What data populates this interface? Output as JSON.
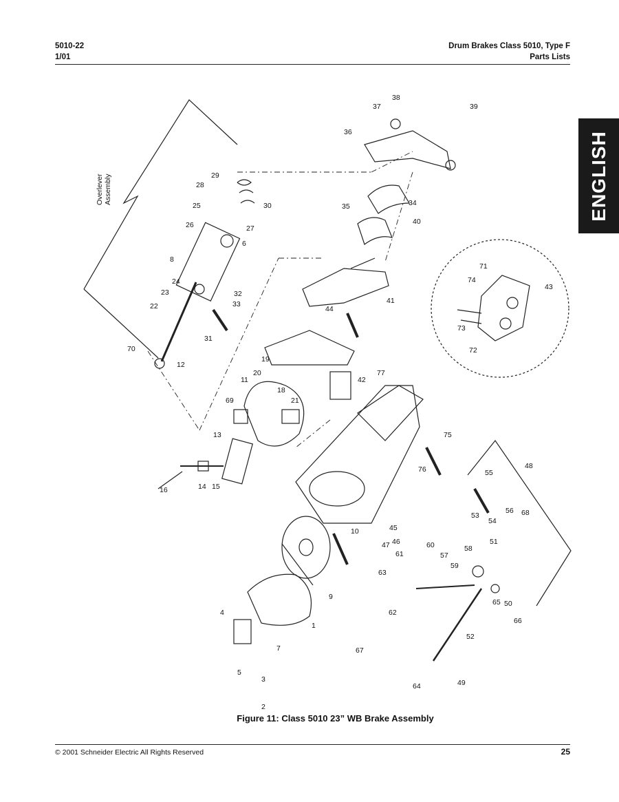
{
  "header": {
    "doc_number": "5010-22",
    "date": "1/01",
    "title": "Drum Brakes Class 5010, Type F",
    "subtitle": "Parts Lists"
  },
  "side_tab": "ENGLISH",
  "figure": {
    "caption": "Figure 11:  Class 5010 23” WB Brake Assembly",
    "overlever_label_1": "Overlever",
    "overlever_label_2": "Assembly",
    "callouts": [
      "1",
      "2",
      "3",
      "4",
      "5",
      "6",
      "7",
      "8",
      "9",
      "10",
      "11",
      "12",
      "13",
      "14",
      "15",
      "16",
      "18",
      "19",
      "20",
      "21",
      "22",
      "23",
      "24",
      "25",
      "26",
      "27",
      "28",
      "29",
      "30",
      "31",
      "32",
      "33",
      "34",
      "35",
      "36",
      "37",
      "38",
      "39",
      "40",
      "41",
      "42",
      "43",
      "44",
      "45",
      "46",
      "47",
      "48",
      "49",
      "50",
      "51",
      "52",
      "53",
      "54",
      "55",
      "56",
      "57",
      "58",
      "59",
      "60",
      "61",
      "62",
      "63",
      "64",
      "65",
      "66",
      "67",
      "68",
      "69",
      "70",
      "71",
      "72",
      "73",
      "74",
      "75",
      "76",
      "77"
    ]
  },
  "footer": {
    "copyright": "© 2001  Schneider Electric  All Rights Reserved",
    "page_number": "25"
  }
}
